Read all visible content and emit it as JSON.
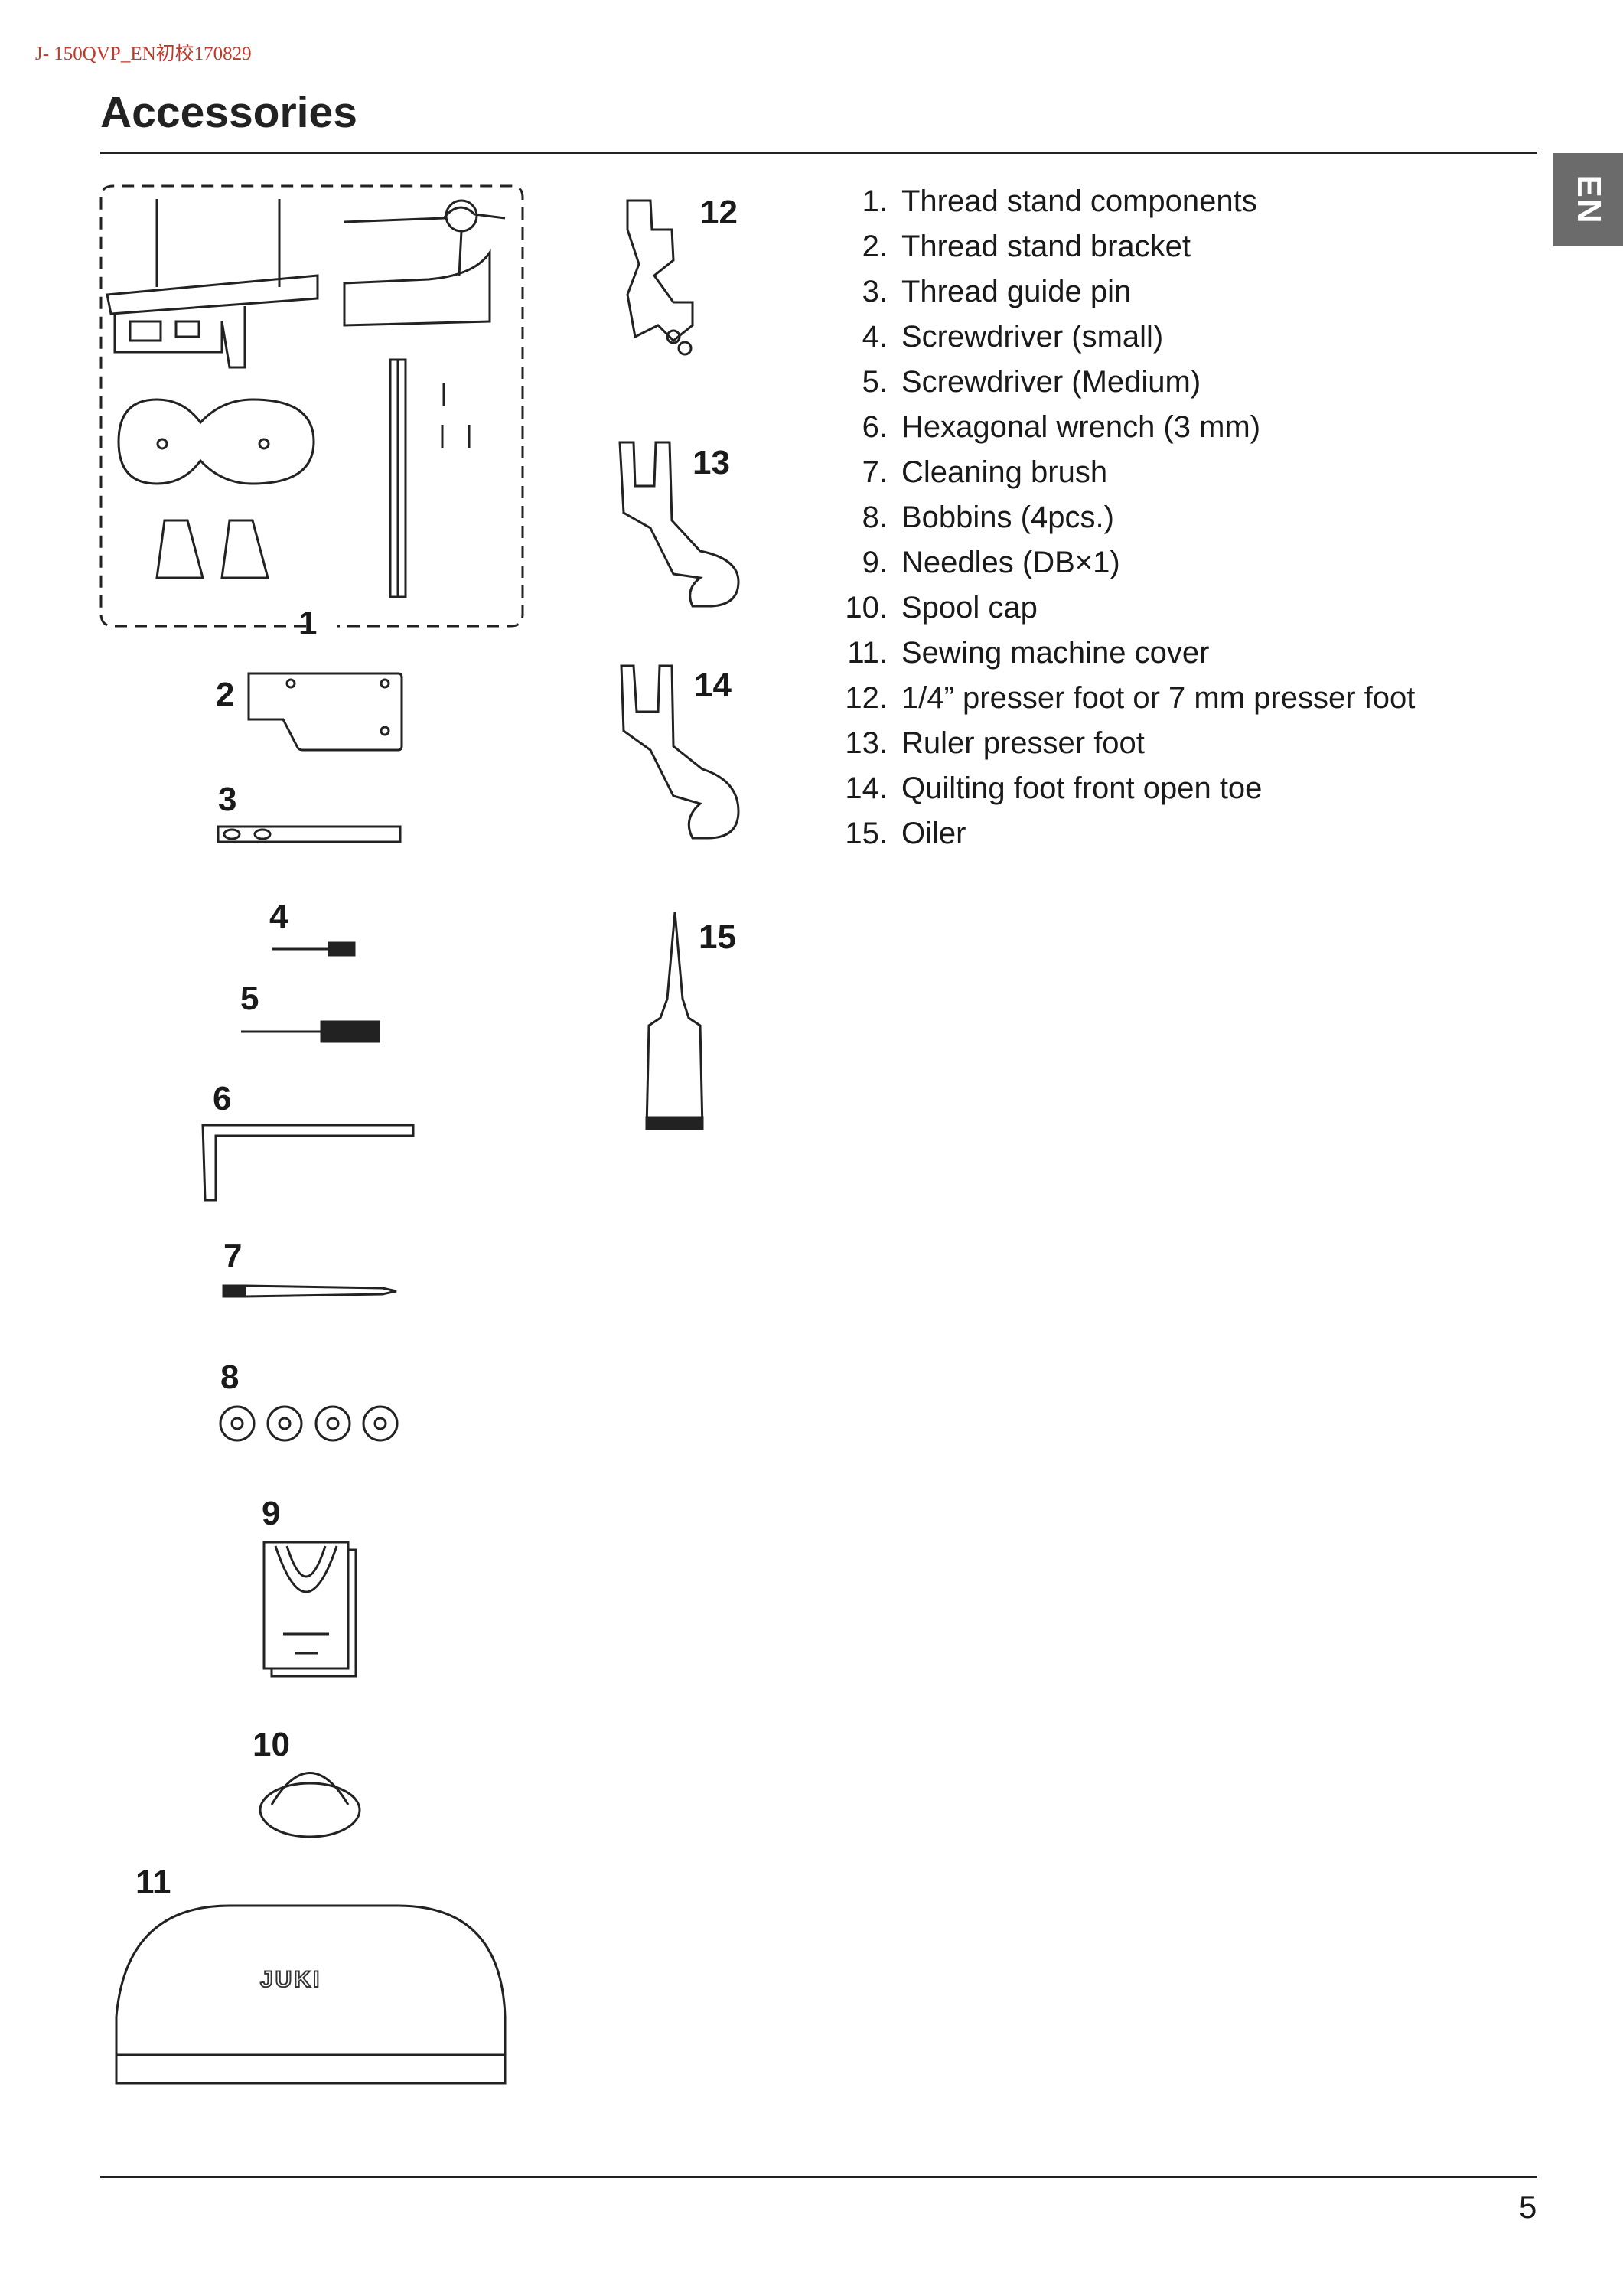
{
  "header": {
    "doc_id": "J- 150QVP_EN初校170829",
    "title": "Accessories",
    "lang_tab": "EN"
  },
  "figure_labels": [
    "1",
    "2",
    "3",
    "4",
    "5",
    "6",
    "7",
    "8",
    "9",
    "10",
    "11",
    "12",
    "13",
    "14",
    "15"
  ],
  "accessories": [
    {
      "num": "1.",
      "label": "Thread stand components"
    },
    {
      "num": "2.",
      "label": "Thread stand bracket"
    },
    {
      "num": "3.",
      "label": "Thread guide pin"
    },
    {
      "num": "4.",
      "label": "Screwdriver (small)"
    },
    {
      "num": "5.",
      "label": "Screwdriver (Medium)"
    },
    {
      "num": "6.",
      "label": "Hexagonal wrench (3 mm)"
    },
    {
      "num": "7.",
      "label": "Cleaning brush"
    },
    {
      "num": "8.",
      "label": "Bobbins (4pcs.)"
    },
    {
      "num": "9.",
      "label": "Needles (DB×1)"
    },
    {
      "num": "10.",
      "label": "Spool cap"
    },
    {
      "num": "11.",
      "label": "Sewing machine cover"
    },
    {
      "num": "12.",
      "label": "1/4” presser foot or 7 mm presser foot"
    },
    {
      "num": "13.",
      "label": "Ruler presser foot"
    },
    {
      "num": "14.",
      "label": "Quilting foot front open toe"
    },
    {
      "num": "15.",
      "label": "Oiler"
    }
  ],
  "cover_logo": "JUKI",
  "footer": {
    "page_number": "5"
  }
}
